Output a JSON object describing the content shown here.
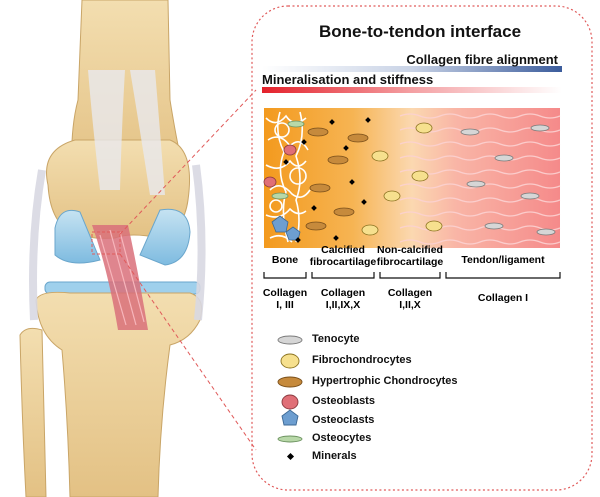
{
  "title": "Bone-to-tendon interface",
  "gradients": {
    "collagen_alignment": "Collagen fibre alignment",
    "mineralisation": "Mineralisation and stiffness"
  },
  "zones": [
    {
      "label_line1": "Bone",
      "label_line2": ""
    },
    {
      "label_line1": "Calcified",
      "label_line2": "fibrocartilage"
    },
    {
      "label_line1": "Non-calcified",
      "label_line2": "fibrocartilage"
    },
    {
      "label_line1": "Tendon/ligament",
      "label_line2": ""
    }
  ],
  "collagen": [
    {
      "line1": "Collagen",
      "line2": "I, III"
    },
    {
      "line1": "Collagen",
      "line2": "I,II,IX,X"
    },
    {
      "line1": "Collagen",
      "line2": "I,II,X"
    },
    {
      "line1": "Collagen I",
      "line2": ""
    }
  ],
  "legend": [
    {
      "label": "Tenocyte",
      "icon": "tenocyte-icon",
      "color": "#d6d6d6"
    },
    {
      "label": "Fibrochondrocytes",
      "icon": "fibrochondrocyte-icon",
      "color": "#f6e08e"
    },
    {
      "label": "Hypertrophic Chondrocytes",
      "icon": "hypertrophic-chondrocyte-icon",
      "color": "#c68a3c"
    },
    {
      "label": "Osteoblasts",
      "icon": "osteoblast-icon",
      "color": "#e06f77"
    },
    {
      "label": "Osteoclasts",
      "icon": "osteoclast-icon",
      "color": "#6d9ed0"
    },
    {
      "label": "Osteocytes",
      "icon": "osteocyte-icon",
      "color": "#b8d8a8"
    },
    {
      "label": "Minerals",
      "icon": "mineral-icon",
      "color": "#000000"
    }
  ],
  "colors": {
    "frame_border": "#e05a5a",
    "alignment_bar": "#3b5c9c",
    "mineral_bar": "#e4212b",
    "bone_zone": "#f5a52c",
    "tendon_zone": "#f58a8a"
  }
}
